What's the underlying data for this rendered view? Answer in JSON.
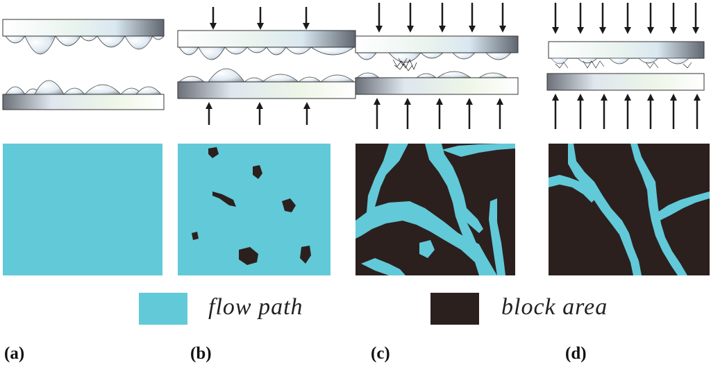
{
  "colors": {
    "flow": "#62c9d8",
    "block": "#2b201e",
    "arrow": "#1a1a1a"
  },
  "legend": {
    "flow_label": "flow path",
    "block_label": "block area"
  },
  "panels": [
    {
      "letter": "(a)",
      "arrow_count": 0,
      "pressed": false
    },
    {
      "letter": "(b)",
      "arrow_count": 3,
      "pressed": true
    },
    {
      "letter": "(c)",
      "arrow_count": 5,
      "pressed": true
    },
    {
      "letter": "(d)",
      "arrow_count": 7,
      "pressed": true
    }
  ]
}
